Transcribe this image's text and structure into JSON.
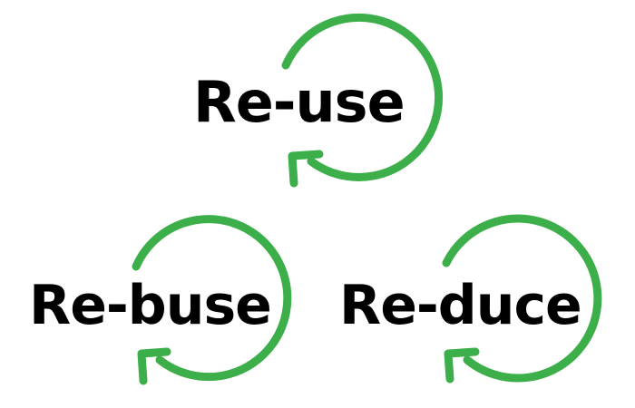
{
  "labels": {
    "top": "Re-use",
    "bottom_left": "Re-buse",
    "bottom_right": "Re-duce"
  },
  "icons": {
    "cycle": "circular-arrow-icon"
  },
  "colors": {
    "arrow": "#3daf4a",
    "text": "#000000",
    "background": "#ffffff"
  }
}
